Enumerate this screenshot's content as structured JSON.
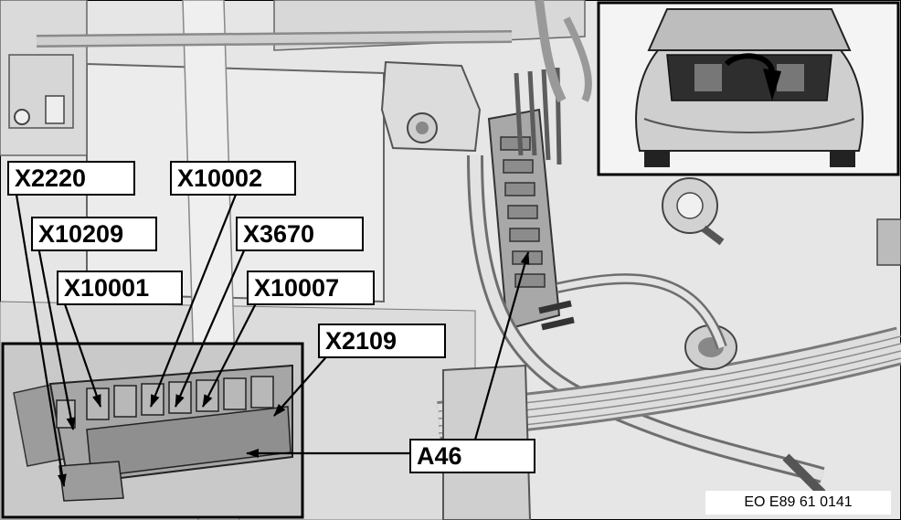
{
  "labels": {
    "x2220": "X2220",
    "x10002": "X10002",
    "x10209": "X10209",
    "x3670": "X3670",
    "x10001": "X10001",
    "x10007": "X10007",
    "x2109": "X2109",
    "a46": "A46"
  },
  "figure_id": "EO E89 61 0141"
}
